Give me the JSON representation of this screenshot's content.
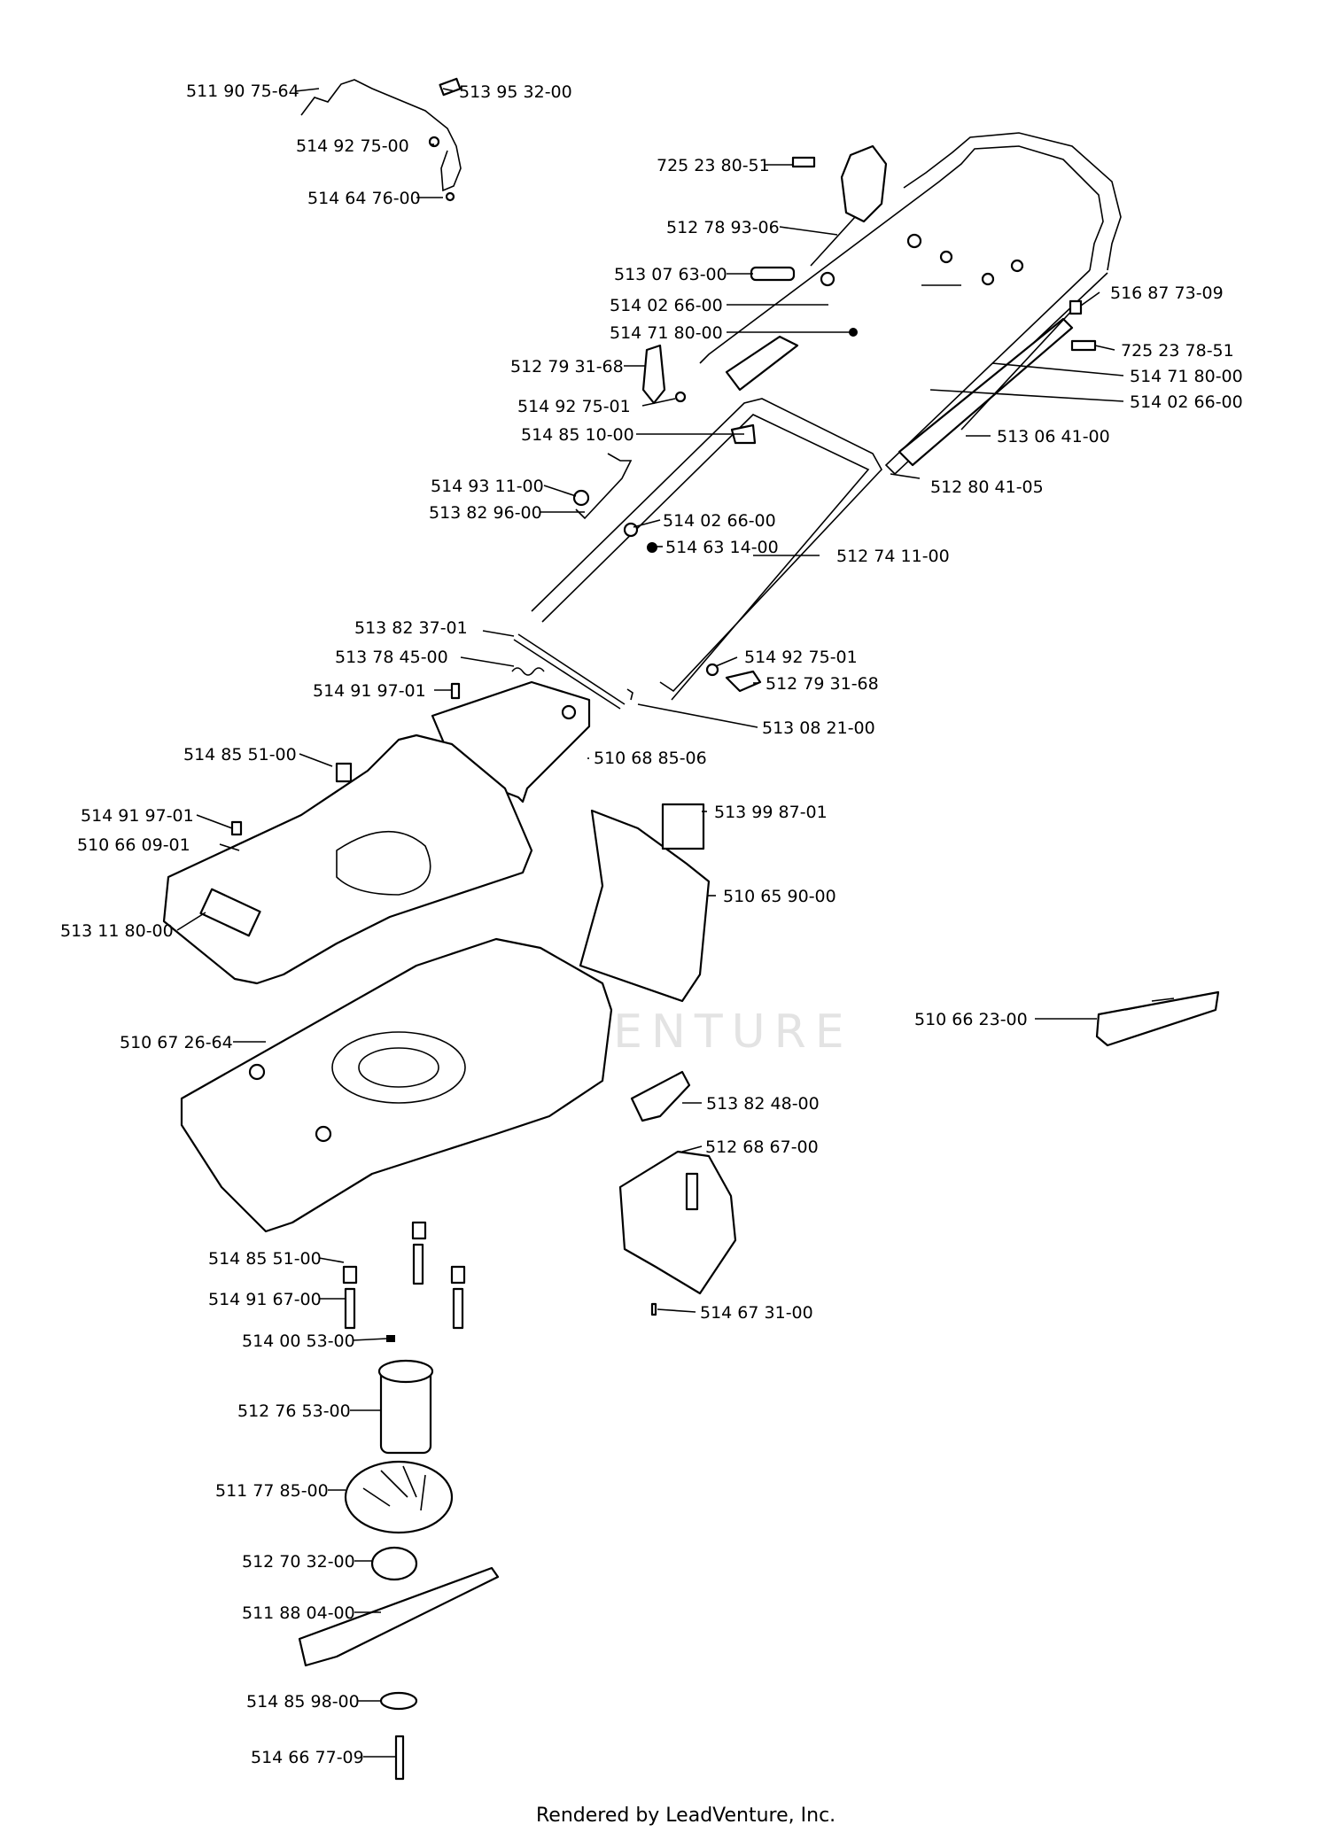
{
  "watermark": "LEADVENTURE",
  "footer": "Rendered by LeadVenture, Inc.",
  "parts": [
    "511 90 75-64",
    "513 95 32-00",
    "514 92 75-00",
    "514 64 76-00",
    "725 23 80-51",
    "512 78 93-06",
    "513 07 63-00",
    "514 02 66-00",
    "514 71 80-00",
    "512 79 31-68",
    "514 92 75-01",
    "514 85 10-00",
    "514 93 11-00",
    "513 82 96-00",
    "514 02 66-00",
    "514 63 14-00",
    "512 74 11-00",
    "516 87 73-09",
    "725 23 78-51",
    "514 71 80-00",
    "514 02 66-00",
    "513 06 41-00",
    "512 80 41-05",
    "513 82 37-01",
    "513 78 45-00",
    "514 91 97-01",
    "514 92 75-01",
    "512 79 31-68",
    "513 08 21-00",
    "510 68 85-06",
    "514 85 51-00",
    "514 91 97-01",
    "510 66 09-01",
    "513 11 80-00",
    "513 99 87-01",
    "510 65 90-00",
    "510 66 23-00",
    "510 67 26-64",
    "513 82 48-00",
    "512 68 67-00",
    "514 85 51-00",
    "514 91 67-00",
    "514 00 53-00",
    "514 67 31-00",
    "512 76 53-00",
    "511 77 85-00",
    "512 70 32-00",
    "511 88 04-00",
    "514 85 98-00",
    "514 66 77-09"
  ]
}
